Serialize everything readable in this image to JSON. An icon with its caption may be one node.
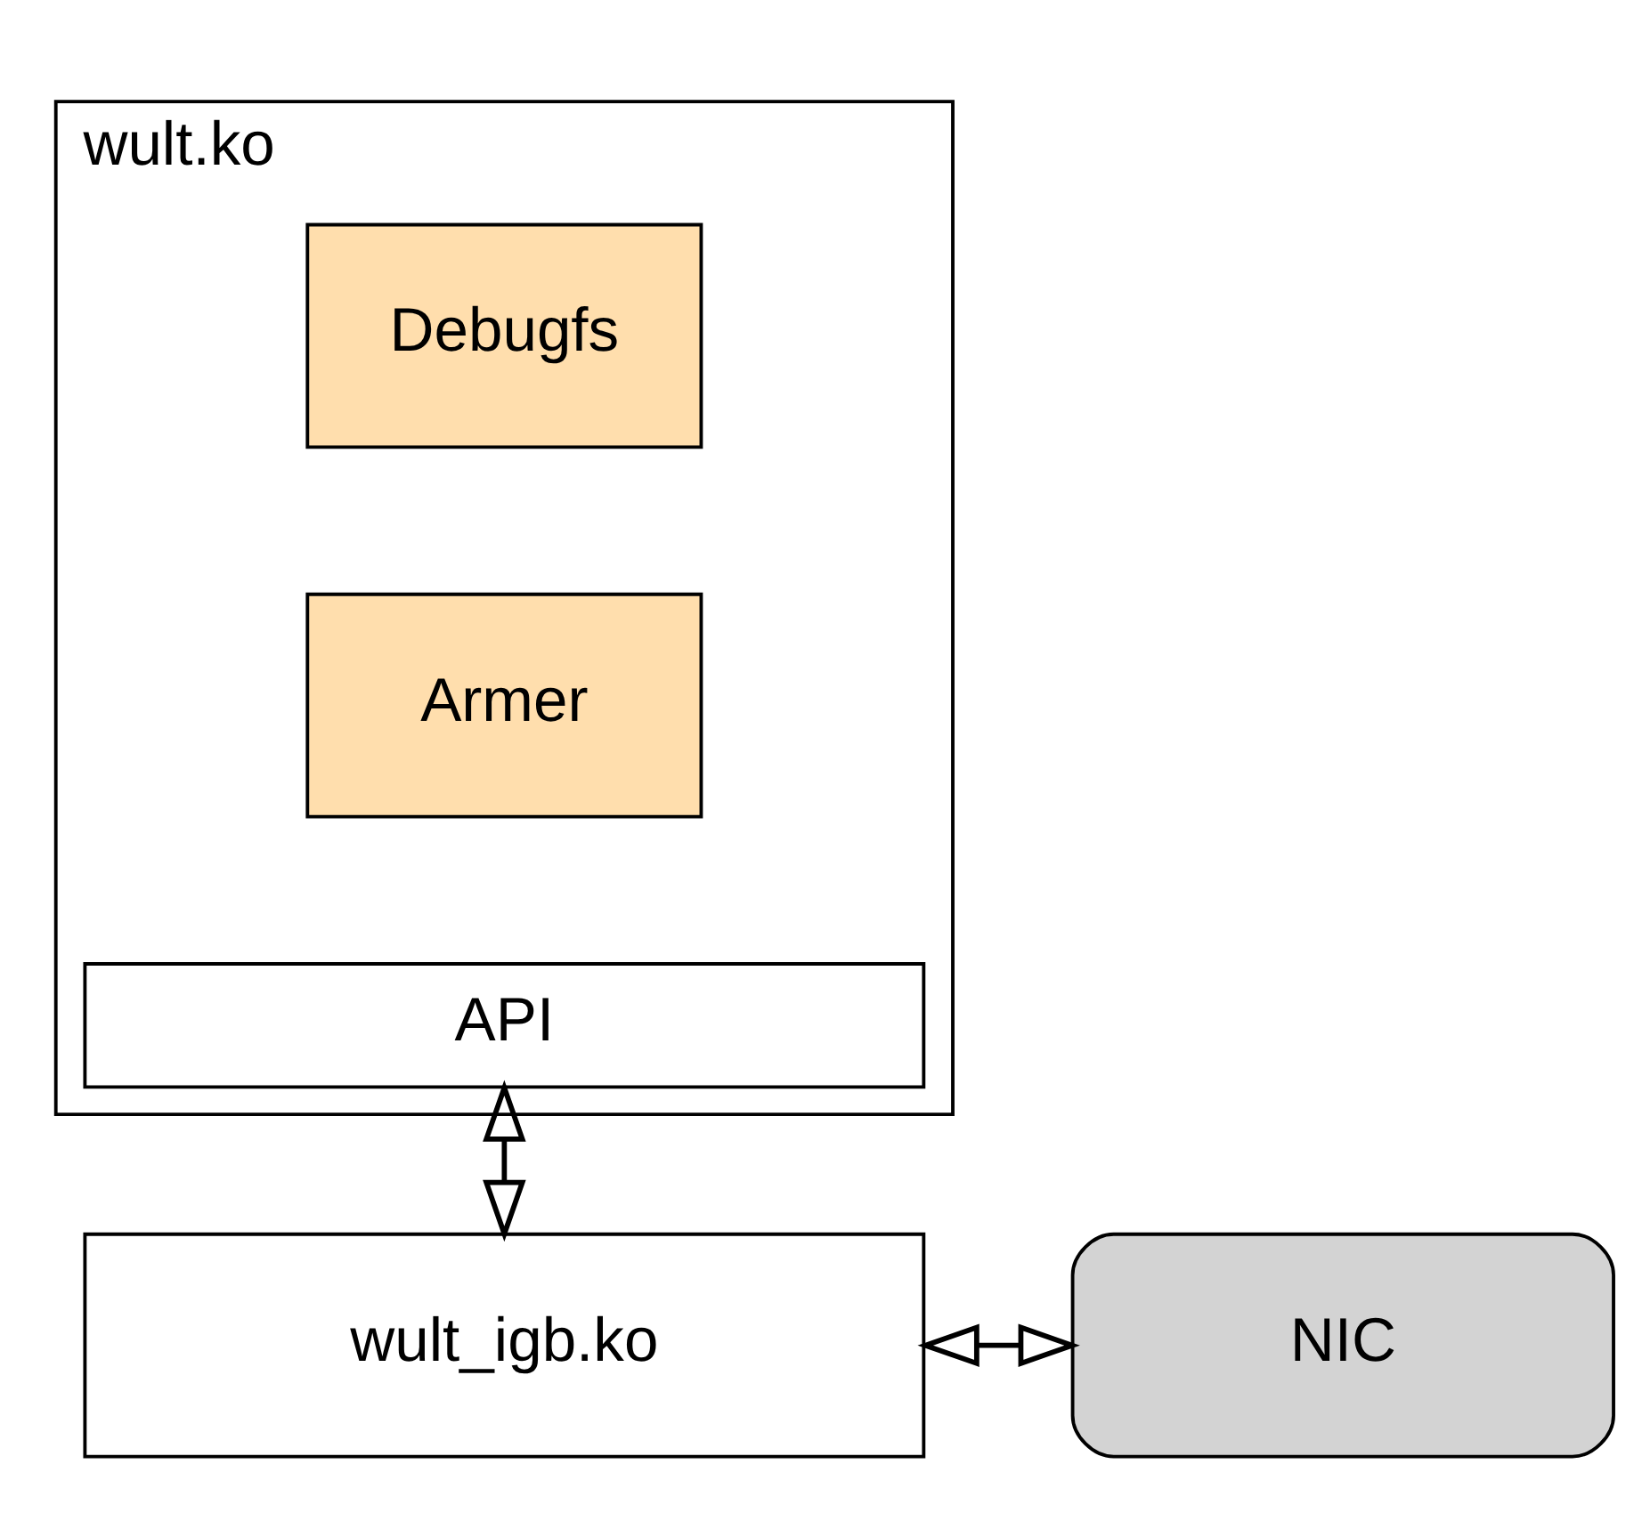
{
  "diagram": {
    "nodes": [
      {
        "text": [
          "wult.ko"
        ]
      },
      {
        "text": [
          "Debugfs"
        ],
        "in": 0
      },
      {
        "text": [
          "Armer"
        ],
        "in": 0
      },
      {
        "text": [
          "API"
        ],
        "in": 0
      },
      {
        "text": [
          "wult_igb.ko"
        ]
      },
      {
        "text": [
          "NIC"
        ]
      }
    ],
    "edges": [
      {
        "from": 3,
        "to": 4,
        "arrow": "both"
      },
      {
        "from": 4,
        "to": 5,
        "arrow": "both"
      }
    ]
  }
}
